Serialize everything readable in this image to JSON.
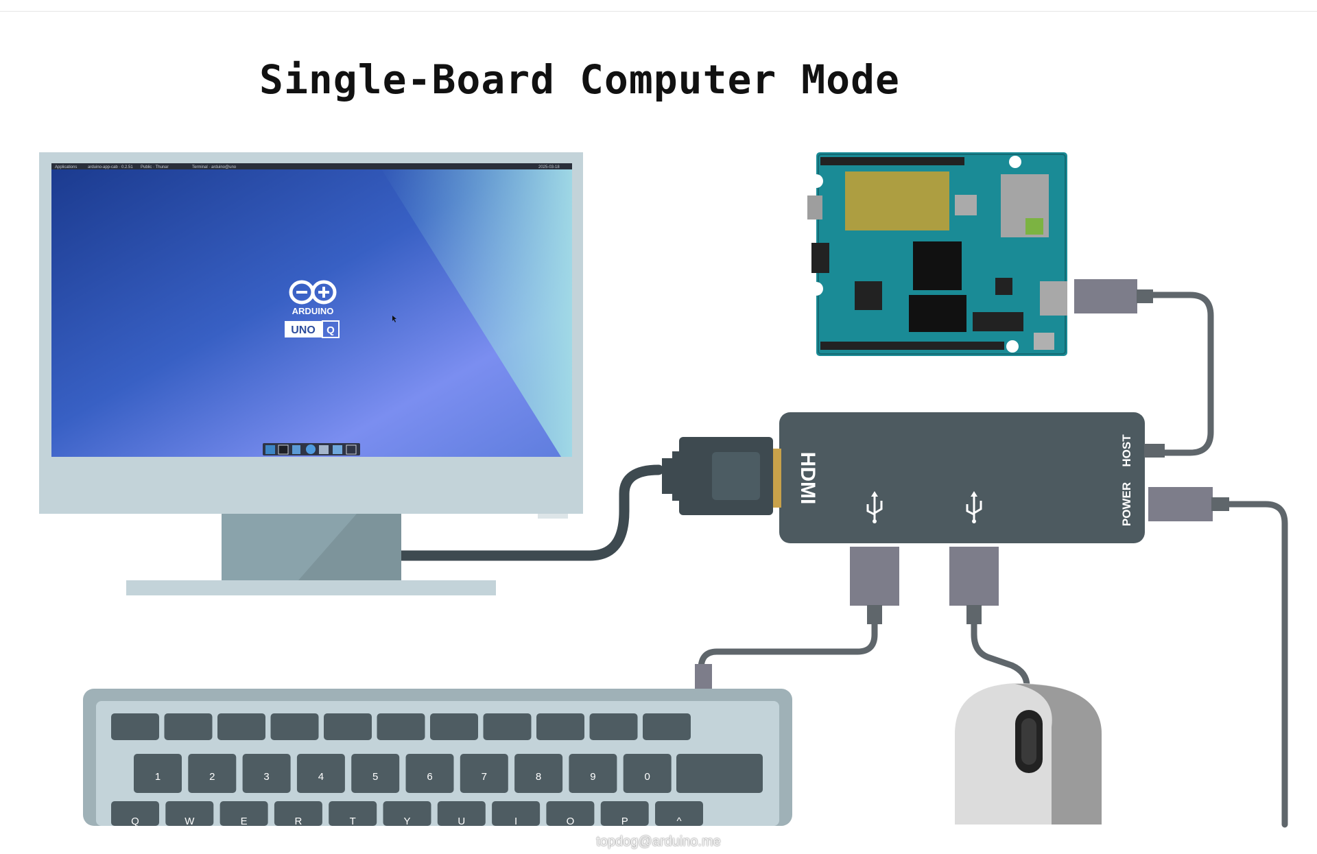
{
  "title": "Single-Board Computer Mode",
  "monitor": {
    "taskbar_items": [
      "Applications",
      "arduino-app-cab · 0.2.51",
      "Public · Thunar",
      "Terminal · arduino@uno"
    ],
    "taskbar_time": "2025-03-18",
    "brand_logo_text": "ARDUINO",
    "model_text": "UNO",
    "model_suffix": "Q"
  },
  "hub": {
    "hdmi_label": "HDMI",
    "host_label": "HOST",
    "power_label": "POWER"
  },
  "keyboard": {
    "number_row": [
      "1",
      "2",
      "3",
      "4",
      "5",
      "6",
      "7",
      "8",
      "9",
      "0"
    ],
    "letter_row": [
      "Q",
      "W",
      "E",
      "R",
      "T",
      "Y",
      "U",
      "I",
      "O",
      "P",
      "^"
    ]
  },
  "watermark": "topdog@arduino.me",
  "colors": {
    "hub_body": "#4d5a60",
    "cable": "#5f666b",
    "plug": "#7d7d8a",
    "board": "#1a8b96",
    "monitor_frame": "#c3d3d9",
    "screen_gradient_start": "#1f3f93",
    "screen_gradient_end": "#8fd5e0"
  }
}
